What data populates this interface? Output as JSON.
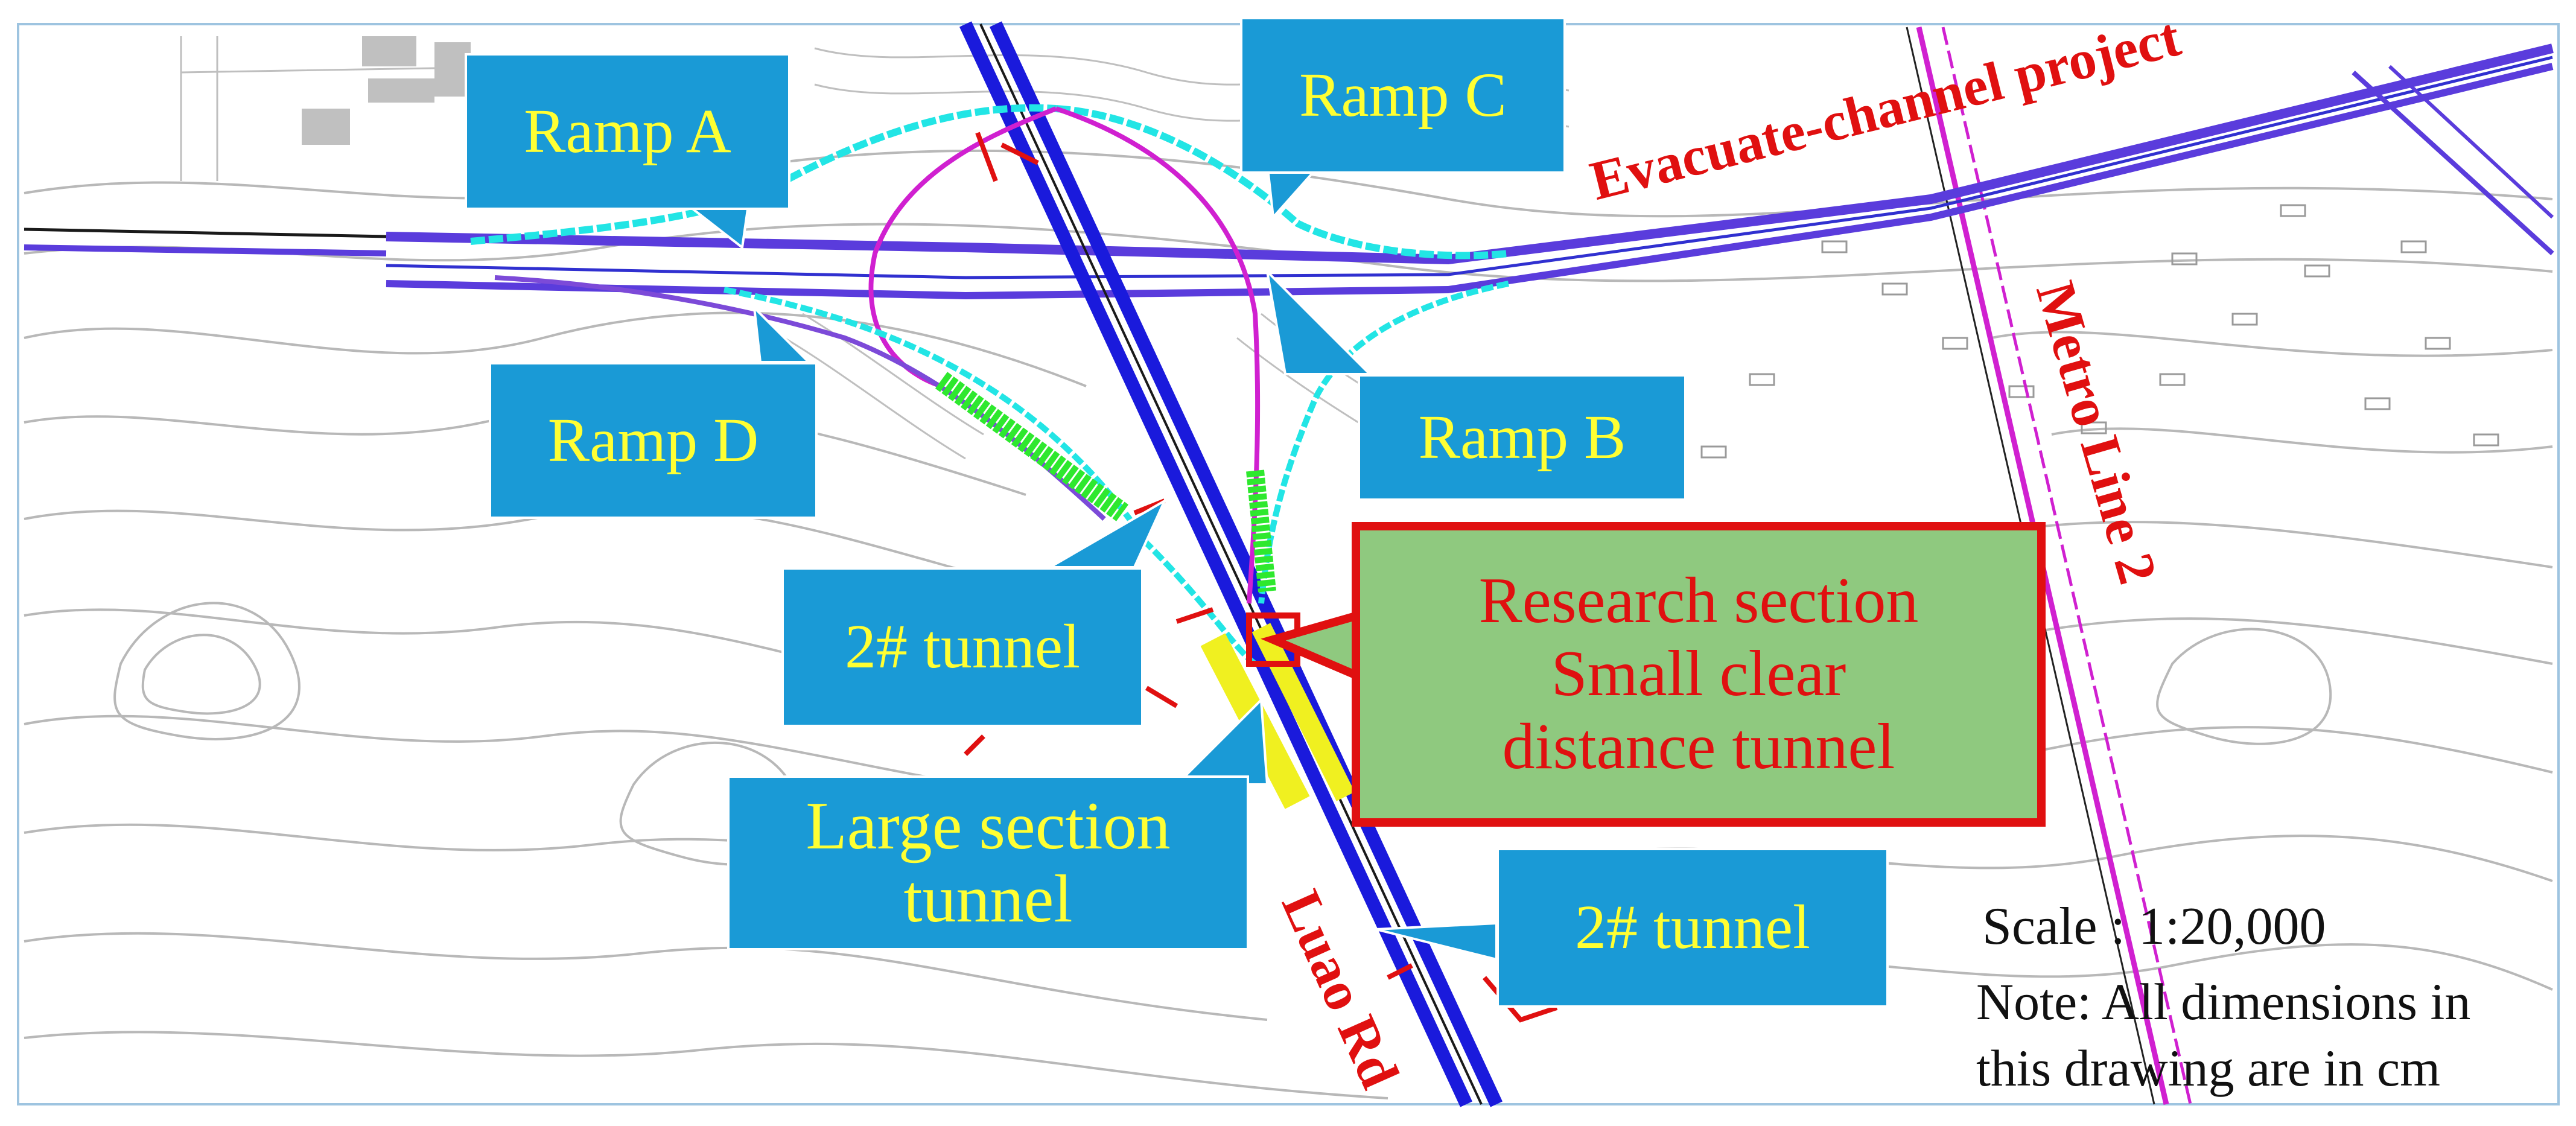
{
  "callouts": {
    "ramp_a": "Ramp A",
    "ramp_b": "Ramp B",
    "ramp_c": "Ramp C",
    "ramp_d": "Ramp D",
    "tunnel_2_upper": "2# tunnel",
    "tunnel_2_lower": "2# tunnel",
    "large_section_line1": "Large section",
    "large_section_line2": "tunnel"
  },
  "research_box": {
    "line1": "Research section",
    "line2": "Small clear",
    "line3": "distance tunnel"
  },
  "road_labels": {
    "evacuate": "Evacuate-channel project",
    "metro": "Metro Line 2",
    "luao": "Luao Rd"
  },
  "notes": {
    "scale": "Scale : 1:20,000",
    "note_line1": "Note: All dimensions in",
    "note_line2": "this drawing are in cm"
  },
  "colors": {
    "callout_bg": "#1a9ad6",
    "callout_text": "#ffff33",
    "label_red": "#e01010",
    "research_bg": "#8fc97f",
    "main_road": "#1a1adc",
    "ramp_cyan": "#22e5e5",
    "ramp_magenta": "#d020d0",
    "tunnel_green": "#2ee82e",
    "tunnel_yellow": "#f0f020"
  }
}
